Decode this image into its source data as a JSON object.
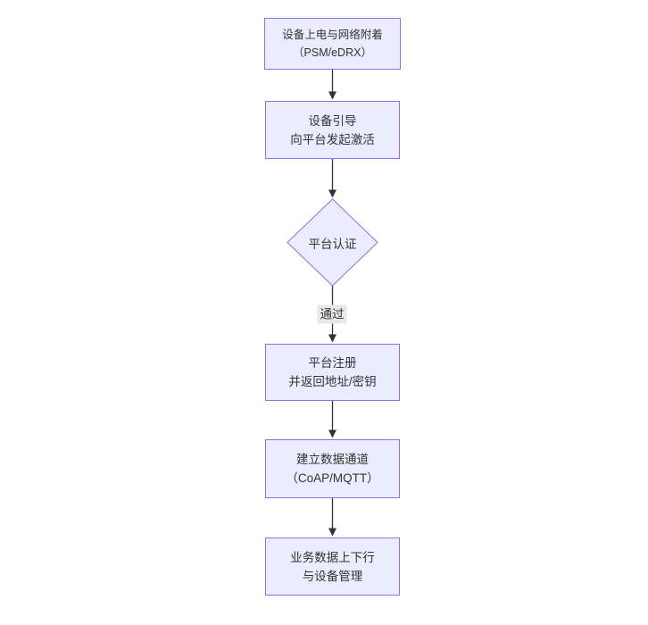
{
  "diagram": {
    "type": "flowchart",
    "direction": "top-down",
    "nodes": [
      {
        "id": "n1",
        "shape": "rect",
        "lines": [
          "设备上电与网络附着",
          "（PSM/eDRX）"
        ]
      },
      {
        "id": "n2",
        "shape": "rect",
        "lines": [
          "设备引导",
          "向平台发起激活"
        ]
      },
      {
        "id": "d1",
        "shape": "diamond",
        "label": "平台认证"
      },
      {
        "id": "n3",
        "shape": "rect",
        "lines": [
          "平台注册",
          "并返回地址/密钥"
        ]
      },
      {
        "id": "n4",
        "shape": "rect",
        "lines": [
          "建立数据通道",
          "（CoAP/MQTT）"
        ]
      },
      {
        "id": "n5",
        "shape": "rect",
        "lines": [
          "业务数据上下行",
          "与设备管理"
        ]
      }
    ],
    "edges": [
      {
        "from": "n1",
        "to": "n2",
        "label": ""
      },
      {
        "from": "n2",
        "to": "d1",
        "label": ""
      },
      {
        "from": "d1",
        "to": "n3",
        "label": "通过"
      },
      {
        "from": "n3",
        "to": "n4",
        "label": ""
      },
      {
        "from": "n4",
        "to": "n5",
        "label": ""
      }
    ],
    "colors": {
      "node_fill": "#ECECFF",
      "node_border": "#9370DB",
      "arrow": "#333333",
      "edge_label_bg": "#e8e8e8",
      "text": "#333333",
      "background": "#ffffff"
    }
  }
}
